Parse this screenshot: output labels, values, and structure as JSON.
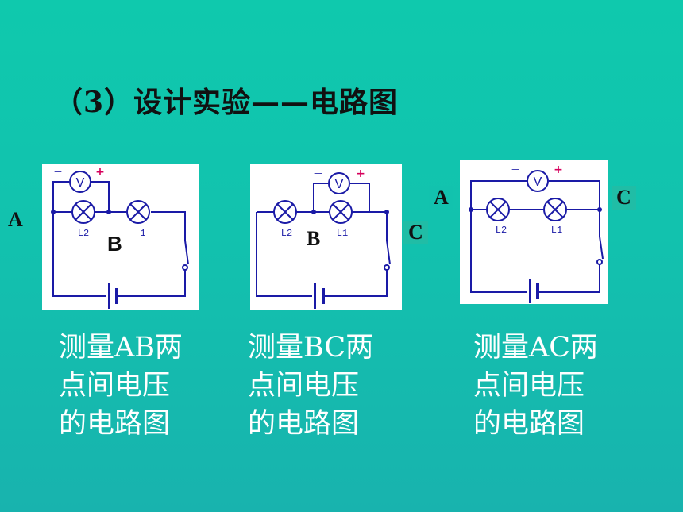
{
  "title": "（3）设计实验——电路图",
  "circuits": [
    {
      "labels": {
        "left": "A",
        "inner": "B"
      },
      "lamp_labels": [
        "L2",
        "1"
      ],
      "meter": "V",
      "minus": "－",
      "plus": "+",
      "caption": [
        "测量AB两",
        "点间电压",
        "的电路图"
      ]
    },
    {
      "labels": {
        "inner": "B",
        "right": "C"
      },
      "lamp_labels": [
        "L2",
        "L1"
      ],
      "meter": "V",
      "minus": "－",
      "plus": "+",
      "caption": [
        "测量BC两",
        "点间电压",
        "的电路图"
      ]
    },
    {
      "labels": {
        "left": "A",
        "right": "C"
      },
      "lamp_labels": [
        "L2",
        "L1"
      ],
      "meter": "V",
      "minus": "－",
      "plus": "+",
      "caption": [
        "测量AC两",
        "点间电压",
        "的电路图"
      ]
    }
  ],
  "colors": {
    "wire": "#1a1aa6",
    "plus": "#d6005c",
    "background": "#12c2ae"
  }
}
